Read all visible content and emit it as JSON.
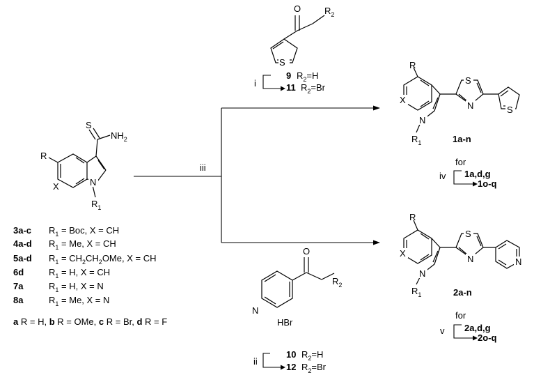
{
  "reagents": {
    "thiophene_ketone": {
      "r_label": "R",
      "r_sub": "2",
      "s_label": "S",
      "o_label": "O",
      "step_label": "i",
      "start_id": "9",
      "start_sub": "H",
      "product_id": "11",
      "product_sub": "Br"
    },
    "pyridine_ketone": {
      "r_label": "R",
      "r_sub": "2",
      "n_label": "N",
      "o_label": "O",
      "salt": "HBr",
      "step_label": "ii",
      "start_id": "10",
      "start_sub": "H",
      "product_id": "12",
      "product_sub": "Br"
    }
  },
  "thioamide": {
    "s_label": "S",
    "nh2_label": "NH",
    "nh2_sub": "2",
    "r_label": "R",
    "x_label": "X",
    "n_label": "N",
    "r1_label": "R",
    "r1_sub": "1",
    "step_label": "iii",
    "compounds": [
      {
        "id": "3a-c",
        "r1": "Boc",
        "x": "CH"
      },
      {
        "id": "4a-d",
        "r1": "Me",
        "x": "CH"
      },
      {
        "id": "5a-d",
        "r1": "CH2CH2OMe",
        "x": "CH"
      },
      {
        "id": "6d",
        "r1": "H",
        "x": "CH"
      },
      {
        "id": "7a",
        "r1": "H",
        "x": "N"
      },
      {
        "id": "8a",
        "r1": "Me",
        "x": "N"
      }
    ],
    "substituent_key": [
      {
        "letter": "a",
        "value": "H"
      },
      {
        "letter": "b",
        "value": "OMe"
      },
      {
        "letter": "c",
        "value": "Br"
      },
      {
        "letter": "d",
        "value": "F"
      }
    ]
  },
  "products": {
    "thiophene_series": {
      "id": "1a-n",
      "for_label": "for",
      "step_label": "iv",
      "start_id": "1a,d,g",
      "product_id": "1o-q"
    },
    "pyridine_series": {
      "id": "2a-n",
      "for_label": "for",
      "step_label": "v",
      "start_id": "2a,d,g",
      "product_id": "2o-q"
    }
  }
}
